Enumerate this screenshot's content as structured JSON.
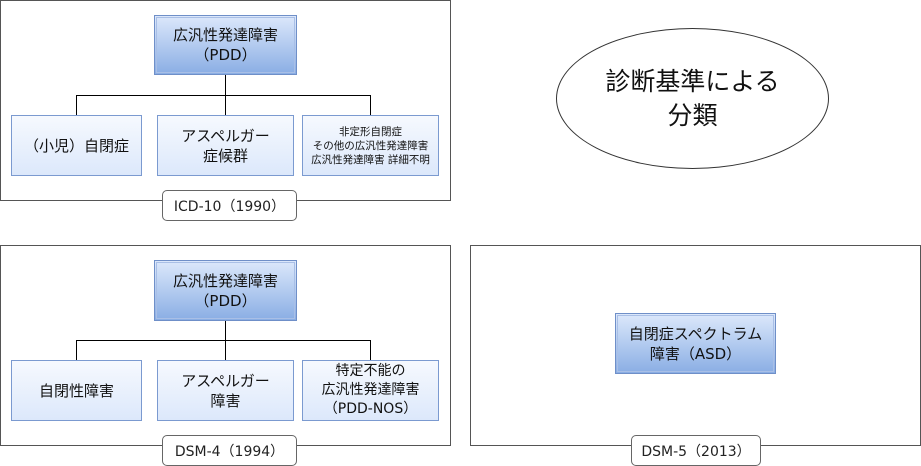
{
  "title": {
    "line1": "診断基準による",
    "line2": "分類"
  },
  "icd10": {
    "label": "ICD-10（1990）",
    "parent": {
      "line1": "広汎性発達障害",
      "line2": "（PDD）"
    },
    "children": [
      {
        "lines": [
          "（小児）自閉症"
        ]
      },
      {
        "lines": [
          "アスペルガー",
          "症候群"
        ]
      },
      {
        "lines": [
          "非定形自閉症",
          "その他の広汎性発達障害",
          "広汎性発達障害 詳細不明"
        ]
      }
    ]
  },
  "dsm4": {
    "label": "DSM-4（1994）",
    "parent": {
      "line1": "広汎性発達障害",
      "line2": "（PDD）"
    },
    "children": [
      {
        "lines": [
          "自閉性障害"
        ]
      },
      {
        "lines": [
          "アスペルガー",
          "障害"
        ]
      },
      {
        "lines": [
          "特定不能の",
          "広汎性発達障害",
          "（PDD-NOS）"
        ]
      }
    ]
  },
  "dsm5": {
    "label": "DSM-5（2013）",
    "box": {
      "line1": "自閉症スペクトラム",
      "line2": "障害（ASD）"
    }
  }
}
